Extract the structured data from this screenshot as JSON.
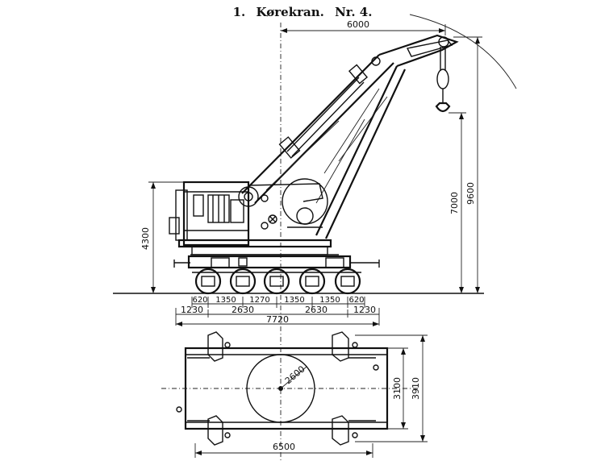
{
  "title": {
    "number": "1.",
    "name": "Kørekran.",
    "nr": "Nr. 4."
  },
  "dimensions": {
    "jib_reach": "6000",
    "hook_height": "7000",
    "jib_height": "9600",
    "body_height": "4300",
    "axle_1": "620",
    "axle_2": "1350",
    "axle_3": "1270",
    "axle_4": "1350",
    "axle_5": "1350",
    "axle_6": "620",
    "end_left": "1230",
    "bogie_left": "2630",
    "bogie_right": "2630",
    "end_right": "1230",
    "total_length": "7720",
    "turntable_diameter": "2600",
    "frame_width": "3100",
    "outrigger_width": "3910",
    "plan_length": "6500"
  }
}
